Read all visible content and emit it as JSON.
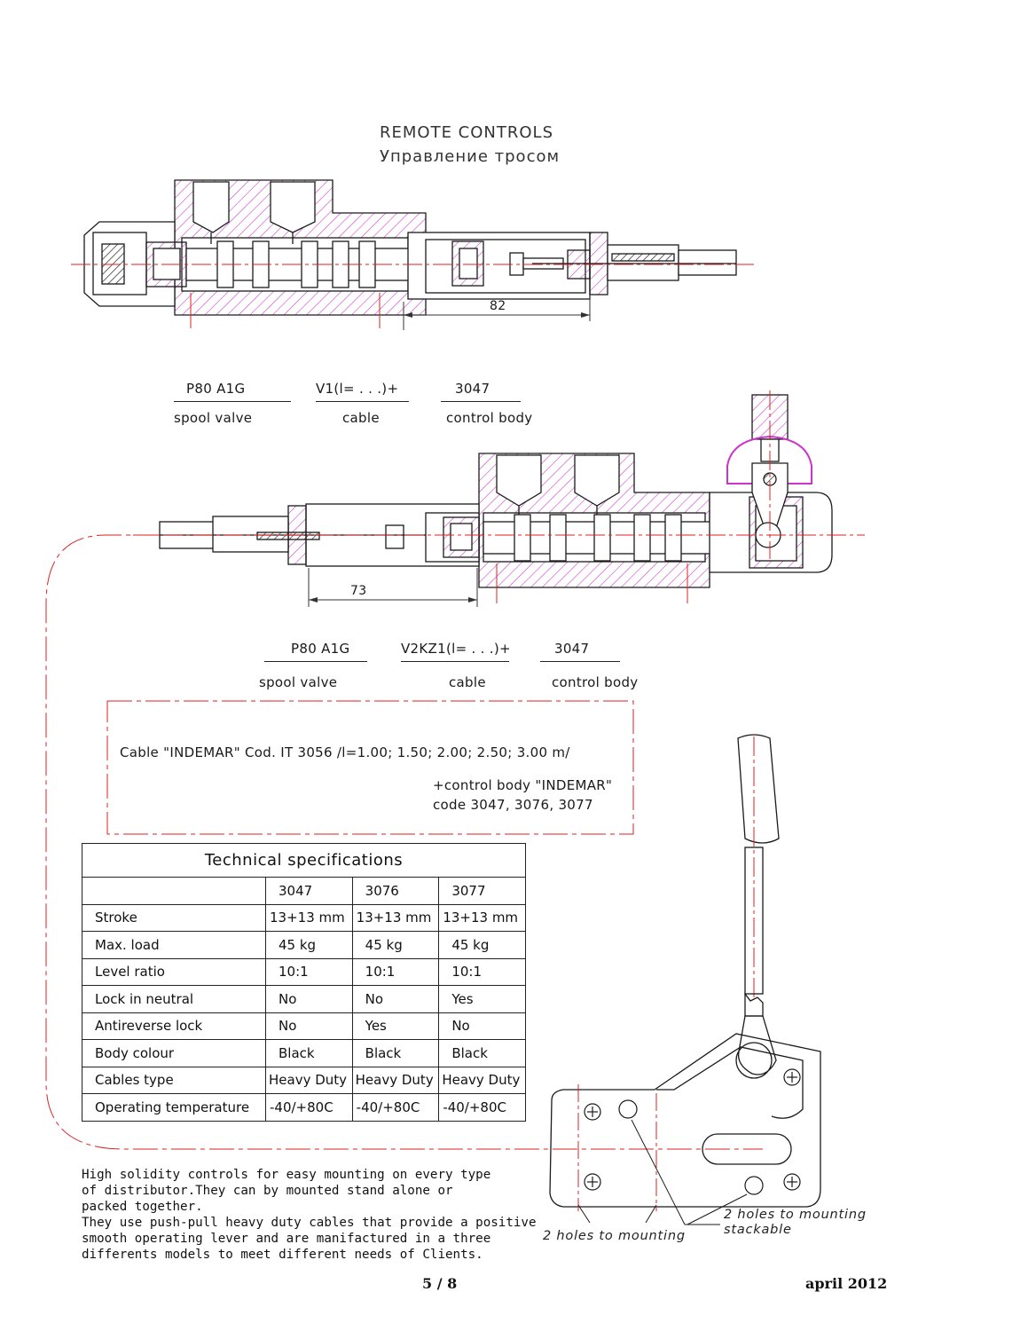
{
  "header": {
    "title_en": "REMOTE CONTROLS",
    "title_ru": "Управление тросом"
  },
  "diagram1": {
    "dimension": "82",
    "labels": [
      {
        "code": "P80 A1G",
        "desc": "spool valve"
      },
      {
        "code": "V1(l= . . .)+",
        "desc": "cable"
      },
      {
        "code": "3047",
        "desc": "control body"
      }
    ]
  },
  "diagram2": {
    "dimension": "73",
    "labels": [
      {
        "code": "P80 A1G",
        "desc": "spool valve"
      },
      {
        "code": "V2KZ1(l= . . .)+",
        "desc": "cable"
      },
      {
        "code": "3047",
        "desc": "control body"
      }
    ]
  },
  "note_box": {
    "line1": "Cable \"INDEMAR\" Cod. IT 3056 /l=1.00; 1.50; 2.00; 2.50; 3.00 m/",
    "line2": "+control body \"INDEMAR\"",
    "line3": "code 3047, 3076, 3077"
  },
  "specs": {
    "title": "Technical specifications",
    "columns": [
      "3047",
      "3076",
      "3077"
    ],
    "rows": [
      {
        "label": "Stroke",
        "values": [
          "13+13 mm",
          "13+13 mm",
          "13+13 mm"
        ]
      },
      {
        "label": "Max. load",
        "values": [
          "45 kg",
          "45 kg",
          "45 kg"
        ]
      },
      {
        "label": "Level ratio",
        "values": [
          "10:1",
          "10:1",
          "10:1"
        ]
      },
      {
        "label": "Lock in neutral",
        "values": [
          "No",
          "No",
          "Yes"
        ]
      },
      {
        "label": "Antireverse lock",
        "values": [
          "No",
          "Yes",
          "No"
        ]
      },
      {
        "label": "Body colour",
        "values": [
          "Black",
          "Black",
          "Black"
        ]
      },
      {
        "label": "Cables type",
        "values": [
          "Heavy Duty",
          "Heavy Duty",
          "Heavy Duty"
        ]
      },
      {
        "label": "Operating temperature",
        "values": [
          "-40/+80C",
          "-40/+80C",
          "-40/+80C"
        ]
      }
    ]
  },
  "description": [
    "High solidity controls for easy mounting on every type",
    "of distributor.They can by mounted stand alone or",
    "packed together.",
    "They use push-pull heavy duty cables that provide a positive",
    "smooth operating lever and are manifactured in a three",
    "differents models to meet different needs of Clients."
  ],
  "lever_drawing": {
    "label_holes": "2 holes to mounting",
    "label_stack_1": "2 holes to mounting",
    "label_stack_2": "stackable"
  },
  "footer": {
    "page": "5 / 8",
    "date": "april 2012"
  },
  "colors": {
    "hatch": "#cc33cc",
    "centerline": "#dd2222",
    "line": "#1a1a1a"
  }
}
